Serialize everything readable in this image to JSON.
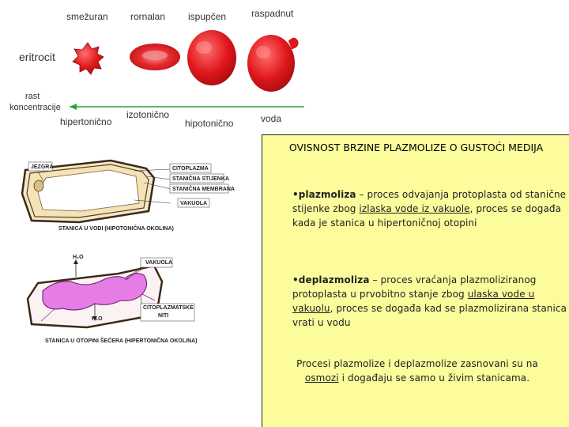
{
  "erythrocyte_figure": {
    "states": [
      "smežuran",
      "rornalan",
      "ispupčen",
      "raspadnut"
    ],
    "cell_label": "eritrocit",
    "axis_label_line1": "rast",
    "axis_label_line2": "koncentracije",
    "solutions": [
      "hipertonično",
      "izotonično",
      "hipotonično",
      "voda"
    ]
  },
  "cell_figure_water": {
    "labels": {
      "nucleus": "JEZGRA",
      "cytoplasm": "CITOPLAZMA",
      "cell_wall": "STANIČNA STIJENKA",
      "cell_membrane": "STANIČNA MEMBRANA",
      "vacuole": "VAKUOLA"
    },
    "caption": "STANICA U VODI (HIPOTONIČNA OKOLINA)"
  },
  "cell_figure_sugar": {
    "labels": {
      "water_top": "H₂O",
      "water_bottom": "H₂O",
      "vacuole": "VAKUOLA",
      "threads_line1": "CITOPLAZMATSKE",
      "threads_line2": "NITI"
    },
    "caption": "STANICA U OTOPINI ŠEĆERA (HIPERTONIČNA OKOLINA)"
  },
  "panel": {
    "title": "OVISNOST BRZINE PLAZMOLIZE O GUSTOĆI MEDIJA",
    "plasmolysis": {
      "term": "•plazmoliza",
      "text_before": " – proces odvajanja protoplasta od stanične stijenke zbog ",
      "underlined": "izlaska vode iz vakuole",
      "text_after": ", proces se događa kada je stanica u hipertoničnoj otopini"
    },
    "deplasmolysis": {
      "term": "•deplazmoliza",
      "text_before": " – proces vraćanja plazmoliziranog protoplasta u prvobitno stanje zbog ",
      "underlined": "ulaska vode u vakuolu",
      "text_after": ", proces se događa kad se plazmolizirana stanica vrati u vodu"
    },
    "conclusion": {
      "text_before": "Procesi plazmolize i deplazmolize zasnovani su na ",
      "underlined": "osmozi",
      "text_after": " i događaju se samo u živim stanicama."
    }
  }
}
